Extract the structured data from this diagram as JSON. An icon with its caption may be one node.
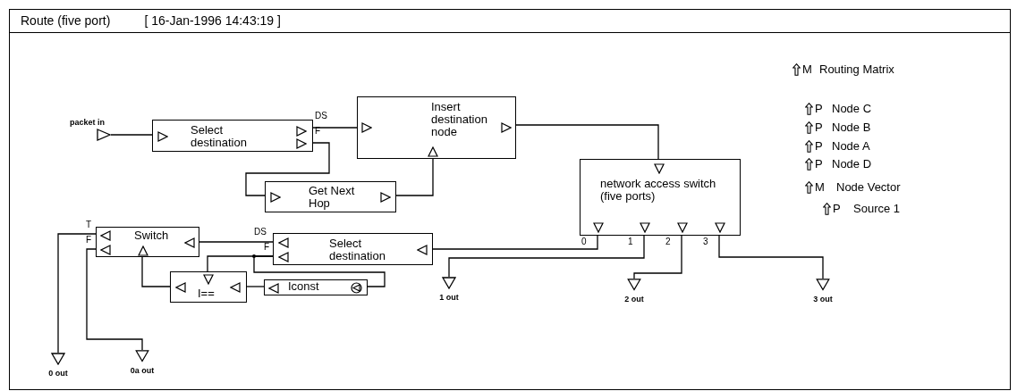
{
  "diagram": {
    "title": "Route (five port)",
    "nodes": [
      {
        "text": [
          "packet in"
        ]
      },
      {
        "text": [
          "Select destination"
        ],
        "beside": [
          "DS",
          "F"
        ]
      },
      {
        "text": [
          "Insert destination node"
        ]
      },
      {
        "text": [
          "Get Next Hop"
        ]
      },
      {
        "text": [
          "network access switch (five ports)"
        ],
        "beside": [
          "0",
          "1",
          "2",
          "3"
        ]
      },
      {
        "text": [
          "Switch"
        ],
        "beside": [
          "T",
          "F"
        ]
      },
      {
        "text": [
          "Select destination"
        ],
        "beside": [
          "DS",
          "F"
        ]
      },
      {
        "text": [
          "I=="
        ]
      },
      {
        "text": [
          "Iconst"
        ]
      },
      {
        "text": [
          "0 out"
        ]
      },
      {
        "text": [
          "0a out"
        ]
      },
      {
        "text": [
          "1 out"
        ]
      },
      {
        "text": [
          "2 out"
        ]
      },
      {
        "text": [
          "3 out"
        ]
      }
    ],
    "edges": [
      {
        "from": 0,
        "to": 1,
        "arrow": "none"
      },
      {
        "from": 1,
        "to": 2,
        "arrow": "none"
      },
      {
        "from": 1,
        "to": 3,
        "arrow": "none"
      },
      {
        "from": 3,
        "to": 2,
        "arrow": "none"
      },
      {
        "from": 2,
        "to": 4,
        "arrow": "none"
      },
      {
        "from": 4,
        "to": 6,
        "arrow": "none"
      },
      {
        "from": 4,
        "to": 11,
        "arrow": "none"
      },
      {
        "from": 4,
        "to": 12,
        "arrow": "none"
      },
      {
        "from": 4,
        "to": 13,
        "arrow": "none"
      },
      {
        "from": 6,
        "to": 5,
        "arrow": "none"
      },
      {
        "from": 6,
        "to": 7,
        "arrow": "none"
      },
      {
        "from": 6,
        "to": 8,
        "arrow": "none"
      },
      {
        "from": 8,
        "to": 7,
        "arrow": "none"
      },
      {
        "from": 7,
        "to": 5,
        "arrow": "none"
      },
      {
        "from": 5,
        "to": 9,
        "arrow": "none"
      },
      {
        "from": 5,
        "to": 10,
        "arrow": "none"
      }
    ],
    "labels": [
      "[ 16-Jan-1996 14:43:19 ]",
      "M",
      "Routing Matrix",
      "P",
      "Node C",
      "P",
      "Node B",
      "P",
      "Node A",
      "P",
      "Node D",
      "M",
      "Node Vector",
      "P",
      "Source 1"
    ]
  }
}
